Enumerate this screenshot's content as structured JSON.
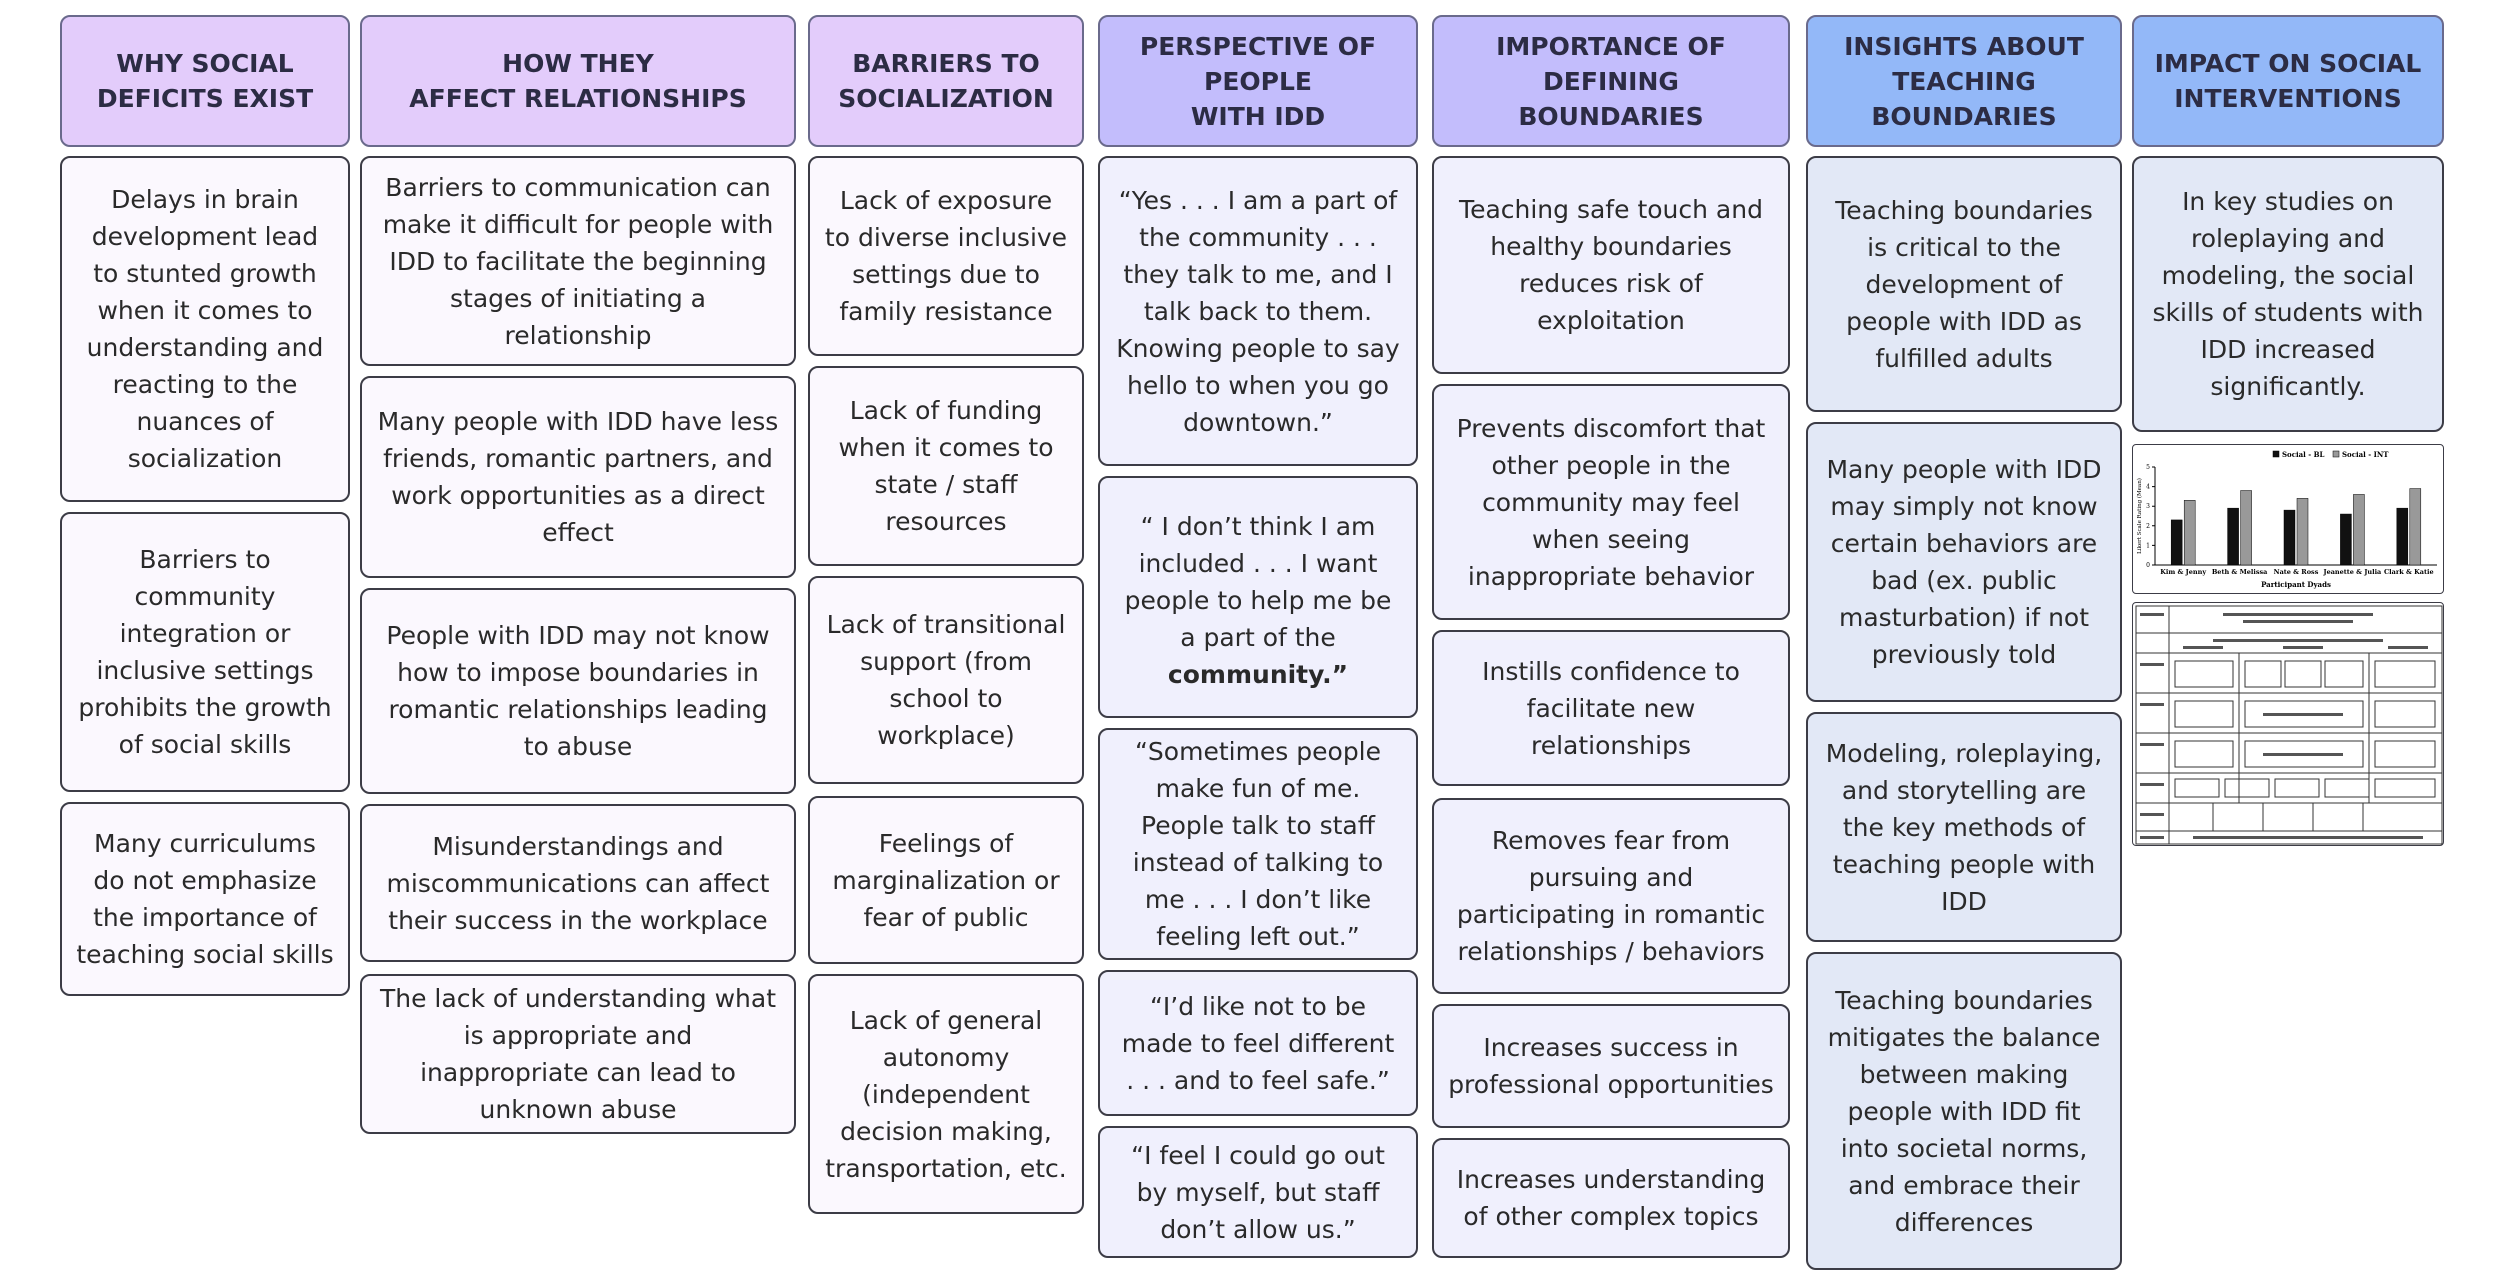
{
  "columns": [
    {
      "header": "WHY SOCIAL\nDEFICITS EXIST",
      "cards": [
        "Delays in brain development lead to stunted growth when it comes to understanding and reacting to the nuances of socialization",
        "Barriers to community integration or inclusive settings prohibits the growth of social skills",
        "Many curriculums do not emphasize the importance of teaching social skills"
      ]
    },
    {
      "header": "HOW THEY\nAFFECT RELATIONSHIPS",
      "cards": [
        "Barriers to communication can make it difficult for people with IDD to facilitate the beginning stages of initiating a relationship",
        "Many people with IDD have less friends, romantic partners, and work opportunities as a direct effect",
        "People with IDD may not know how to impose boundaries in romantic relationships leading to abuse",
        "Misunderstandings and miscommunications can affect their success in the workplace",
        "The lack of understanding what is appropriate and inappropriate can lead to unknown abuse"
      ]
    },
    {
      "header": "BARRIERS TO\nSOCIALIZATION",
      "cards": [
        "Lack of exposure to diverse inclusive settings due to family resistance",
        "Lack of funding when it comes to state / staff resources",
        "Lack of transitional support (from school to workplace)",
        "Feelings of marginalization or fear of public",
        "Lack of general autonomy (independent decision making, transportation, etc."
      ]
    },
    {
      "header": "PERSPECTIVE OF\nPEOPLE\nWITH IDD",
      "cards": [
        "“Yes . . . I am a part of the community . . . they talk to me, and I talk back to them. Knowing people to say hello to when you go downtown.”",
        "“ I don’t think I am included . . . I want people to help me be a part of the",
        "“Sometimes people make fun of me. People talk to staff instead of talking to me . . . I don’t like feeling left out.”",
        "“I’d like not to be made to feel different . . . and to feel safe.”",
        "“I feel I could go out by myself, but staff don’t allow us.”"
      ],
      "bold_tail": "community.”"
    },
    {
      "header": "IMPORTANCE OF DEFINING\nBOUNDARIES",
      "cards": [
        "Teaching safe touch and healthy boundaries reduces risk of exploitation",
        "Prevents discomfort that other people in the community may feel when seeing inappropriate behavior",
        "Instills confidence to facilitate new relationships",
        "Removes fear from pursuing and participating in romantic relationships / behaviors",
        "Increases success in professional opportunities",
        "Increases understanding of other complex topics"
      ]
    },
    {
      "header": "INSIGHTS ABOUT\nTEACHING\nBOUNDARIES",
      "cards": [
        "Teaching boundaries is critical to the development of people with IDD as fulfilled adults",
        "Many people with IDD may simply not know certain behaviors are bad (ex. public masturbation) if not previously told",
        "Modeling, roleplaying, and storytelling are the key methods of teaching people with IDD",
        "Teaching boundaries mitigates the balance between making people with IDD fit into societal norms, and embrace their differences"
      ]
    },
    {
      "header": "IMPACT ON SOCIAL\nINTERVENTIONS",
      "cards": [
        "In key studies on roleplaying and modeling, the social skills of students with IDD increased significantly."
      ]
    }
  ],
  "chart_data": {
    "type": "bar",
    "categories": [
      "Kim & Jenny",
      "Beth & Melissa",
      "Nate & Ross",
      "Jeanette & Julia",
      "Clark & Katie"
    ],
    "series": [
      {
        "name": "Social - BL",
        "values": [
          2.3,
          2.9,
          2.8,
          2.6,
          2.9
        ]
      },
      {
        "name": "Social - INT",
        "values": [
          3.3,
          3.8,
          3.4,
          3.6,
          3.9
        ]
      }
    ],
    "xlabel": "Participant Dyads",
    "ylabel": "Likert Scale Rating (Mean)",
    "ylim": [
      0,
      5
    ],
    "legend": "top",
    "colors": {
      "Social - BL": "#111111",
      "Social - INT": "#999999"
    }
  },
  "framework_image": {
    "rows": [
      "Policy outcomes",
      "Long-term outcomes",
      "Short-term outcomes",
      "Immediate outcomes",
      "Intermediate",
      "Systemic barriers",
      "Inputs"
    ],
    "levels": [
      "Individual level",
      "Community level",
      "System level"
    ]
  }
}
